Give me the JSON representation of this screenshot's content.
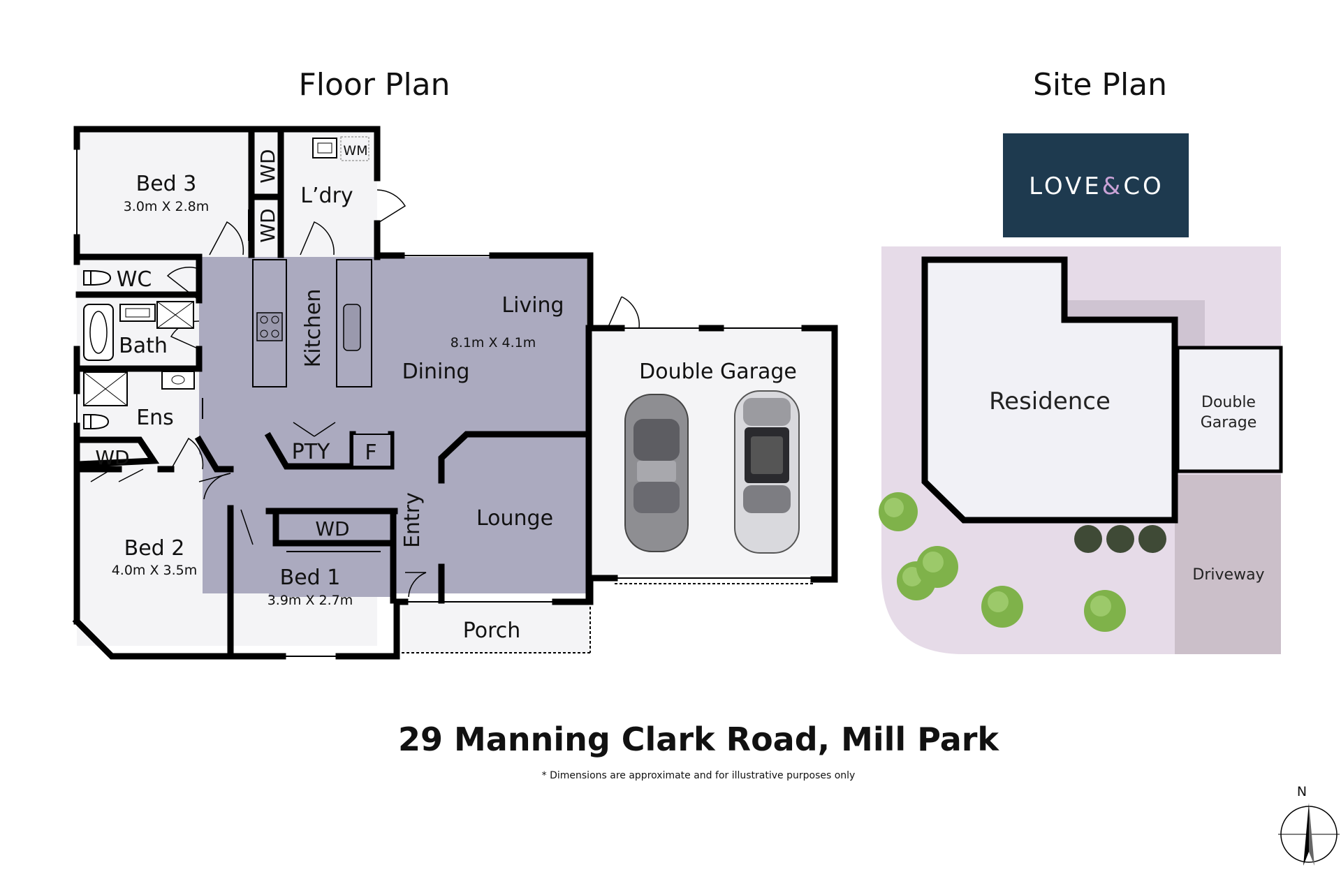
{
  "floor_plan": {
    "title": "Floor Plan",
    "rooms": {
      "bed3": {
        "label": "Bed 3",
        "dims": "3.0m X 2.8m"
      },
      "wd_top": "WD",
      "wd_mid": "WD",
      "wm": "WM",
      "laundry": "L’dry",
      "wc": "WC",
      "bath": "Bath",
      "ensuite": "Ens",
      "wd_ens": "WD",
      "kitchen": "Kitchen",
      "living": "Living",
      "living_dims": "8.1m X 4.1m",
      "dining": "Dining",
      "pantry": "PTY",
      "fridge": "F",
      "entry": "Entry",
      "lounge": "Lounge",
      "bed2": {
        "label": "Bed 2",
        "dims": "4.0m X 3.5m"
      },
      "wd_bed1": "WD",
      "bed1": {
        "label": "Bed 1",
        "dims": "3.9m X 2.7m"
      },
      "porch": "Porch",
      "garage": "Double Garage"
    }
  },
  "site_plan": {
    "title": "Site Plan",
    "logo": {
      "left": "LOVE",
      "amp": "&",
      "right": "CO",
      "bg_color": "#1e3a4f",
      "amp_color": "#c9a2d6"
    },
    "residence": "Residence",
    "garage_line1": "Double",
    "garage_line2": "Garage",
    "driveway": "Driveway",
    "lot_color": "#e6dbe8",
    "driveway_color": "#cbbfc9"
  },
  "address": "29 Manning Clark Road, Mill Park",
  "disclaimer": "* Dimensions are approximate and for illustrative purposes only",
  "compass": {
    "label": "N"
  },
  "colors": {
    "interior_shade": "#abaabf",
    "white_room": "#f4f4f6",
    "wall": "#000000"
  }
}
